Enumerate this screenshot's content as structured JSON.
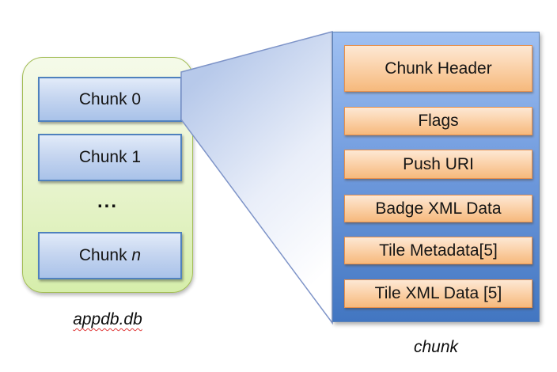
{
  "diagram": {
    "database": {
      "caption": "appdb.db",
      "chunk0": "Chunk 0",
      "chunk1": "Chunk 1",
      "ellipsis": "...",
      "chunkn_prefix": "Chunk ",
      "chunkn_var": "n"
    },
    "chunk": {
      "caption": "chunk",
      "fields": [
        "Chunk Header",
        "Flags",
        "Push URI",
        "Badge XML Data",
        "Tile Metadata[5]",
        "Tile XML Data [5]"
      ]
    },
    "colors": {
      "db_border": "#a3bd56",
      "db_fill_top": "#f5fae9",
      "db_fill_bottom": "#d6eeab",
      "chunk_box_border": "#4f81bd",
      "chunk_box_fill_top": "#e2ebf9",
      "chunk_box_fill_bottom": "#a9c2e9",
      "panel_fill_top": "#9fc0f2",
      "panel_fill_bottom": "#4276c1",
      "field_border": "#e8914d",
      "field_fill_top": "#fde8d4",
      "field_fill_bottom": "#f6b97c",
      "beam_from": "#b7c9ea",
      "beam_to": "#ffffff",
      "misspell_underline": "#e03a3a"
    }
  }
}
